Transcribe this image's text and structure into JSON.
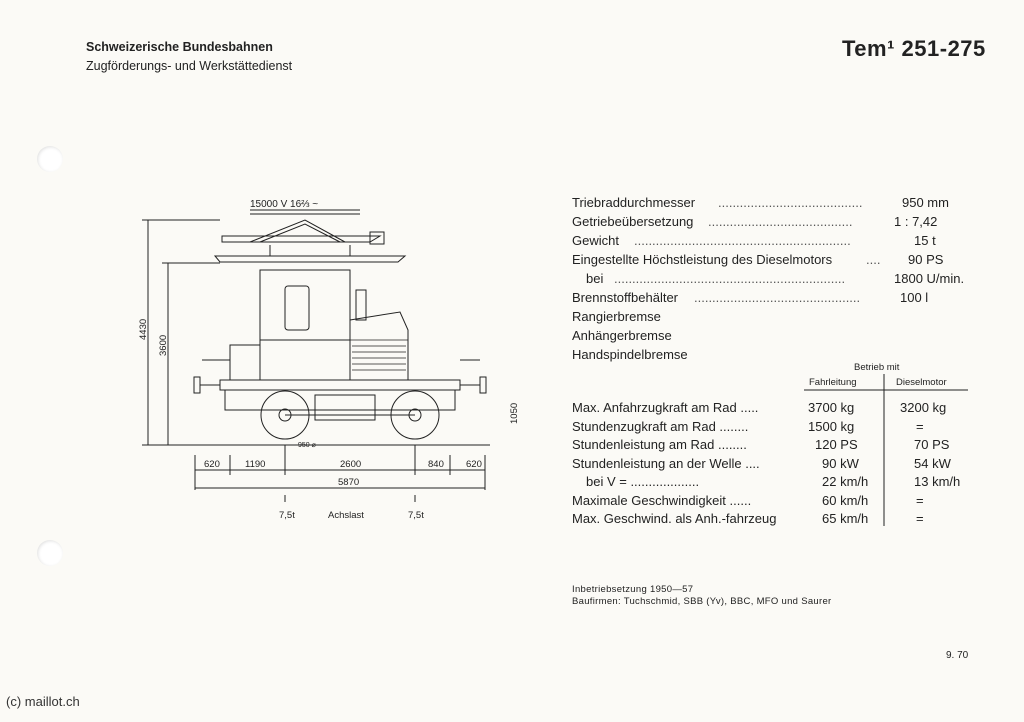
{
  "header": {
    "org": "Schweizerische Bundesbahnen",
    "dept": "Zugförderungs- und Werkstättedienst",
    "title": "Tem¹ 251-275"
  },
  "diagram": {
    "voltage": "15000 V  16⅔ ~",
    "dim_4430": "4430",
    "dim_3600": "3600",
    "dim_1050": "1050",
    "dim_950": "950 ⌀",
    "dims_bottom": [
      "620",
      "1190",
      "2600",
      "840",
      "620"
    ],
    "dim_total": "5870",
    "axle_load_left": "7,5t",
    "axle_load_label": "Achslast",
    "axle_load_right": "7,5t"
  },
  "specs": [
    {
      "label": "Triebraddurchmesser",
      "value": "950  mm"
    },
    {
      "label": "Getriebeübersetzung",
      "value": "1 : 7,42"
    },
    {
      "label": "Gewicht",
      "value": "15  t"
    },
    {
      "label": "Eingestellte Höchstleistung des Dieselmotors",
      "value": "90  PS"
    },
    {
      "label": "bei",
      "value": "1800  U/min."
    },
    {
      "label": "Brennstoffbehälter",
      "value": "100  l"
    }
  ],
  "brakes": [
    "Rangierbremse",
    "Anhängerbremse",
    "Handspindelbremse"
  ],
  "performance": {
    "header_group": "Betrieb mit",
    "col1": "Fahrleitung",
    "col2": "Dieselmotor",
    "rows": [
      {
        "label": "Max. Anfahrzugkraft am Rad .....",
        "v1": "3700  kg",
        "v2": "3200  kg"
      },
      {
        "label": "Stundenzugkraft am Rad ........",
        "v1": "1500  kg",
        "v2": "="
      },
      {
        "label": "Stundenleistung am Rad ........",
        "v1": "120  PS",
        "v2": "70  PS"
      },
      {
        "label": "Stundenleistung an der Welle ....",
        "v1": "90  kW",
        "v2": "54  kW"
      },
      {
        "label": "bei V = ...................",
        "v1": "22  km/h",
        "v2": "13  km/h"
      },
      {
        "label": "Maximale Geschwindigkeit ......",
        "v1": "60  km/h",
        "v2": "="
      },
      {
        "label": "Max. Geschwind. als Anh.-fahrzeug",
        "v1": "65  km/h",
        "v2": "="
      }
    ]
  },
  "footnotes": {
    "line1": "Inbetriebsetzung 1950—57",
    "line2": "Baufirmen: Tuchschmid, SBB (Yv), BBC, MFO und Saurer"
  },
  "date": "9. 70",
  "copyright": "(c) maillot.ch"
}
